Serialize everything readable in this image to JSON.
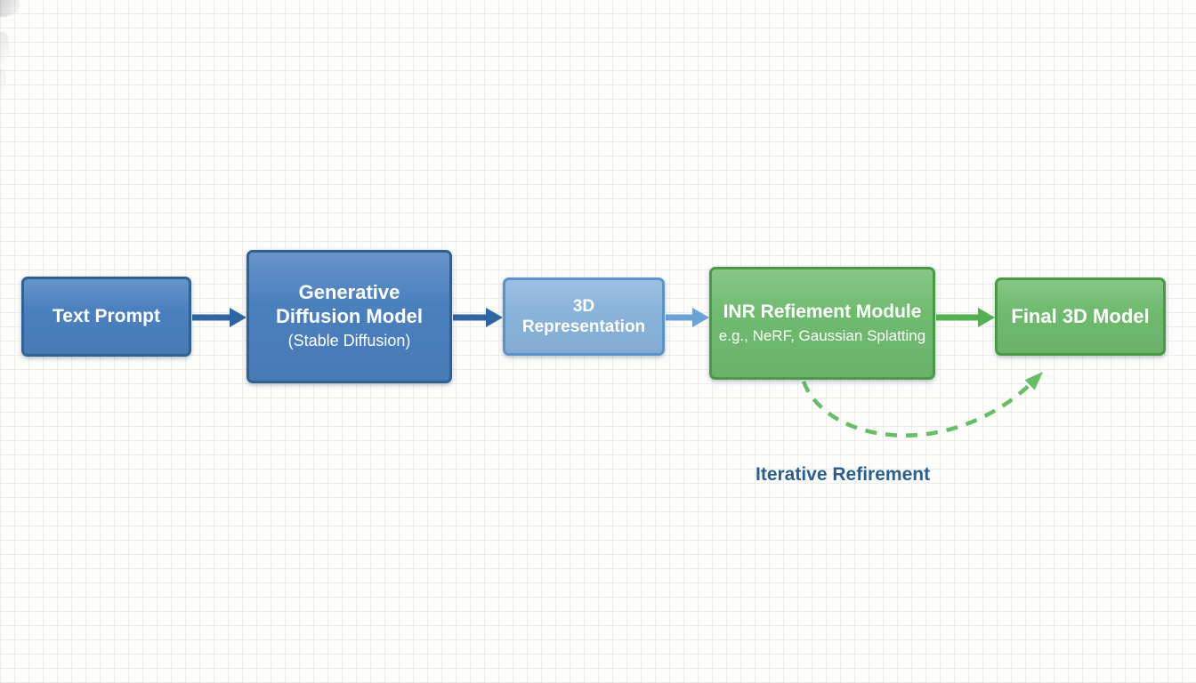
{
  "colors": {
    "page_bg": "#fcfcfb",
    "grid_line": "#ececea",
    "blue_fill": "#4b80bf",
    "blue_border": "#2f6192",
    "light_blue_fill": "#8ab4dc",
    "light_blue_border": "#5e93c8",
    "green_fill": "#70bb70",
    "green_border": "#4a9a46",
    "arrow_blue": "#2d66a3",
    "arrow_light_blue": "#6ba3d6",
    "arrow_green": "#52b152",
    "dashed_green": "#67bd66",
    "label_blue": "#2b5f8e",
    "node_text": "#ffffff"
  },
  "diagram": {
    "nodes": [
      {
        "id": "text-prompt",
        "title": "Text Prompt",
        "subtitle": ""
      },
      {
        "id": "generative-diffusion-model",
        "title": "Generative Diffusion Model",
        "subtitle": "(Stable Diffusion)"
      },
      {
        "id": "3d-representation",
        "title": "3D Representation",
        "subtitle": ""
      },
      {
        "id": "inr-refiement-module",
        "title": "INR Refiement Module",
        "subtitle": "e.g., NeRF, Gaussian Splatting"
      },
      {
        "id": "final-3d-model",
        "title": "Final 3D Model",
        "subtitle": ""
      }
    ],
    "feedback_label": "Iterative Refirement"
  }
}
